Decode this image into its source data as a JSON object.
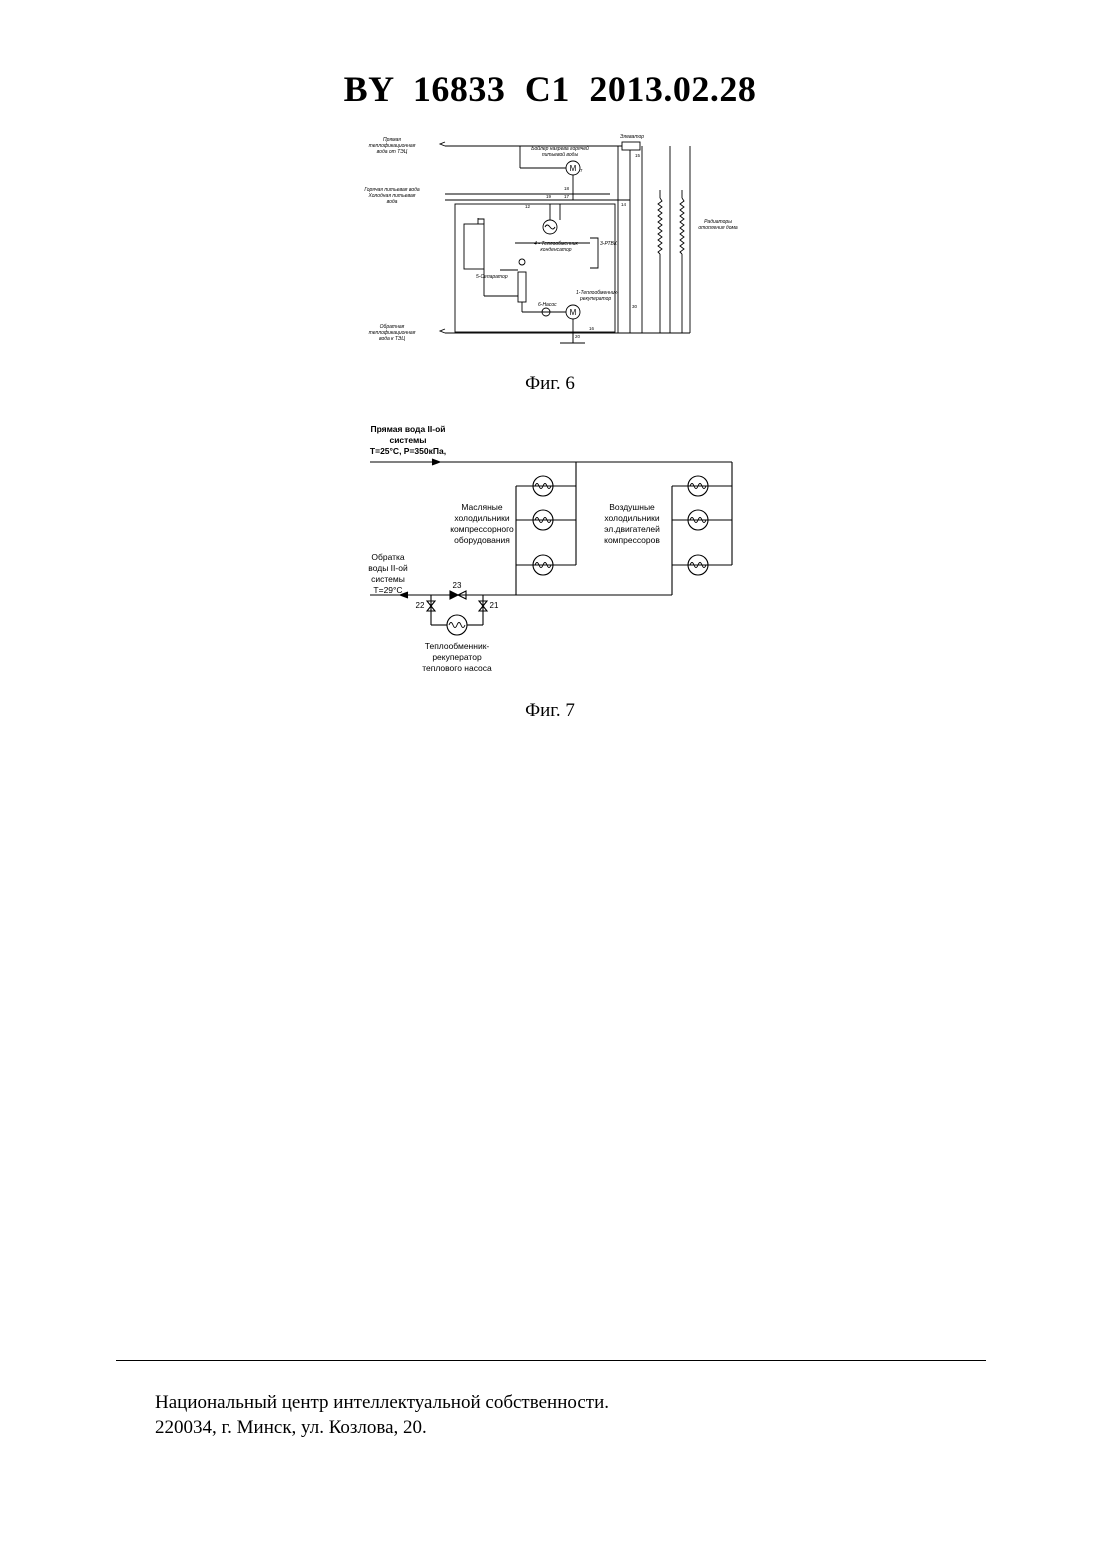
{
  "header": {
    "title": "BY 16833 C1 2013.02.28"
  },
  "figure6": {
    "caption": "Фиг. 6",
    "labels": {
      "direct_water": [
        "Прямая",
        "теплофикационная",
        "вода от ТЭЦ"
      ],
      "hot_cold_water": [
        "Горячая питьевая вода",
        "Холодная питьевая",
        "вода"
      ],
      "return_water": [
        "Обратная",
        "теплофикационная",
        "вода к ТЭЦ"
      ],
      "boiler": [
        "Бойлер нагрева горячей",
        "питьевой воды"
      ],
      "elevator": "Элеватор",
      "radiators": [
        "Радиаторы",
        "отопления дома"
      ],
      "condenser": [
        "4 - Теплообменник",
        "конденсатор"
      ],
      "trv": "3-РТВК",
      "separator": "5-Сепаратор",
      "recuperator": [
        "1-Теплообменник-",
        "рекуператор"
      ],
      "pump": "6-Насос",
      "motor": "M",
      "numbers": [
        "7",
        "15",
        "17",
        "18",
        "19",
        "20",
        "12",
        "14",
        "16",
        "30"
      ]
    }
  },
  "figure7": {
    "caption": "Фиг. 7",
    "direct_water": [
      "Прямая вода II-ой",
      "системы",
      "T=25°C, P=350кПа,"
    ],
    "oil_coolers": [
      "Масляные",
      "холодильники",
      "компрессорного",
      "оборудования"
    ],
    "air_coolers": [
      "Воздушные",
      "холодильники",
      "эл.двигателей",
      "компрессоров"
    ],
    "return_water": [
      "Обратка",
      "воды II-ой",
      "системы",
      "T=29°C"
    ],
    "valves": {
      "v22": "22",
      "v23": "23",
      "v21": "21"
    },
    "recuperator": [
      "Теплообменник-",
      "рекуператор",
      "теплового насоса"
    ]
  },
  "footer": {
    "line1": "Национальный центр интеллектуальной собственности.",
    "line2": "220034, г. Минск, ул. Козлова, 20."
  }
}
